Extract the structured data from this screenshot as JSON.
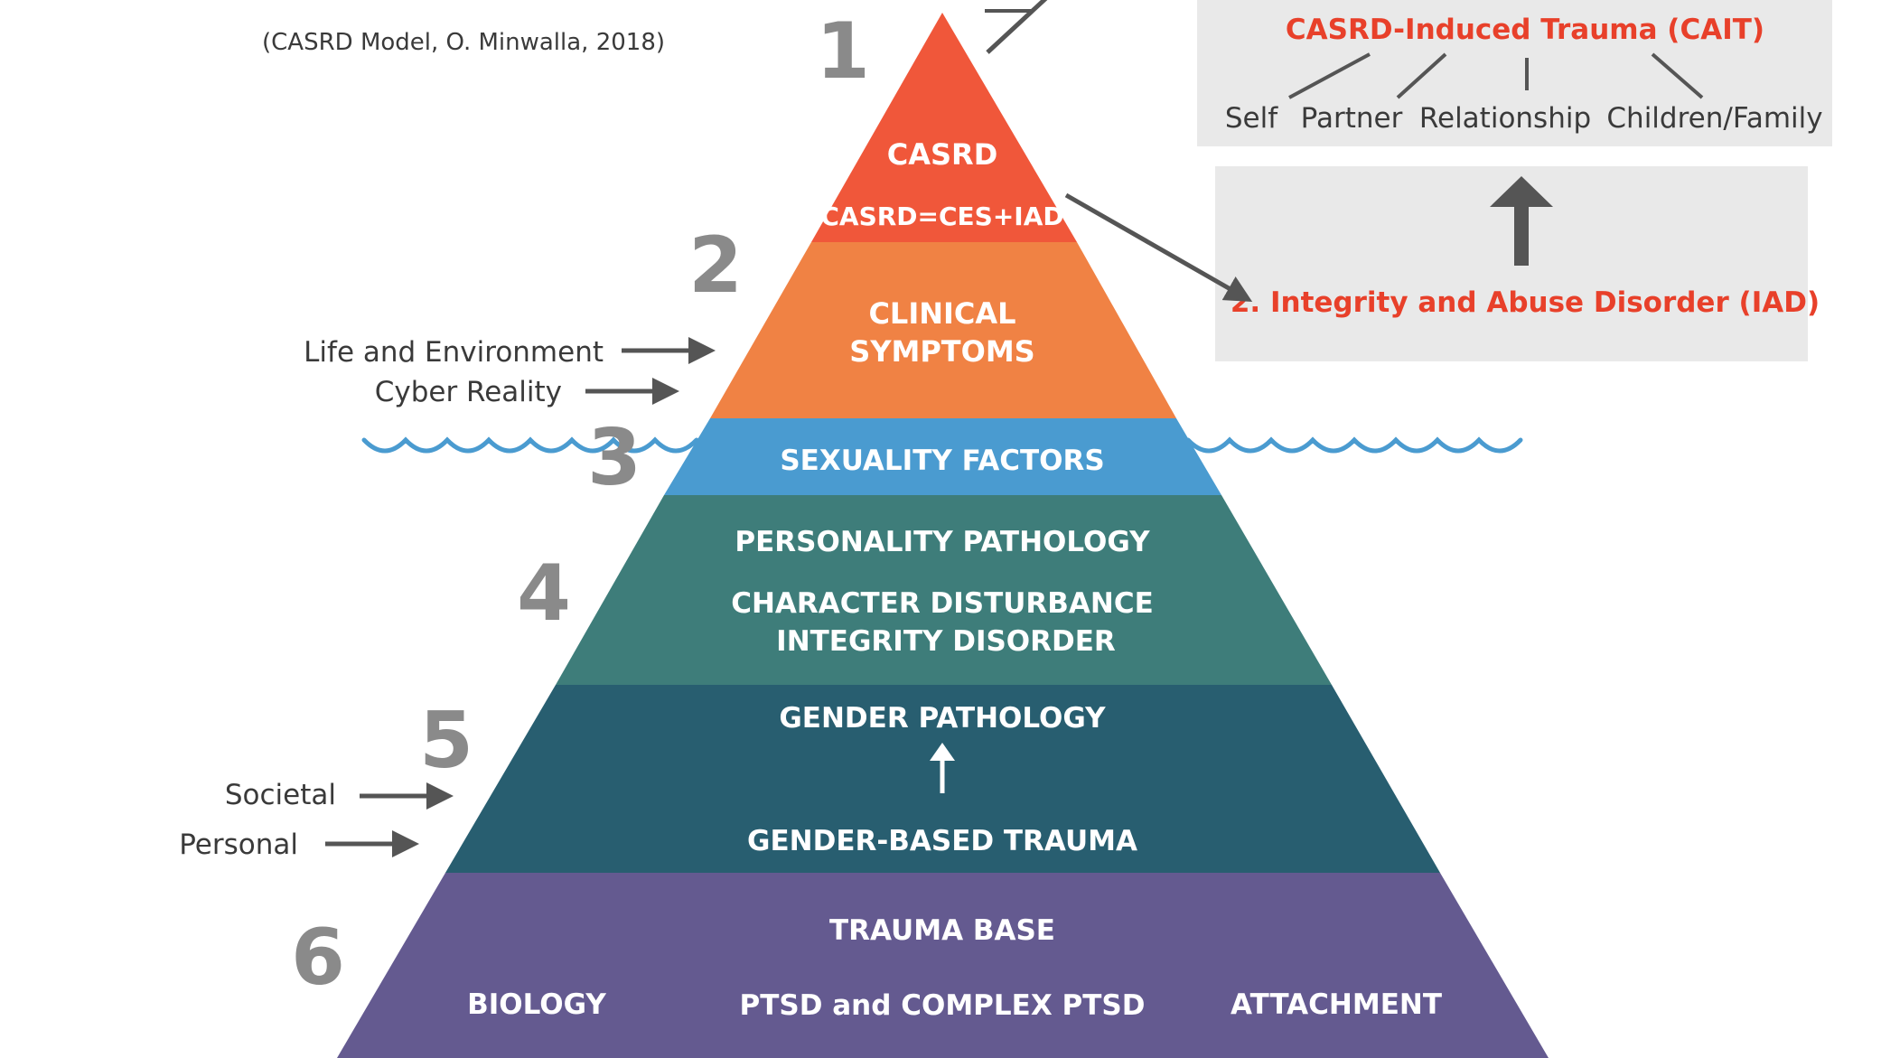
{
  "citation": "(CASRD Model, O. Minwalla, 2018)",
  "colors": {
    "level1": "#f0573a",
    "level2": "#f08244",
    "level3": "#4a9bd0",
    "level4": "#3e7d7a",
    "level5": "#285e70",
    "level6": "#645a90",
    "accent_red": "#e8402a",
    "panel_gray": "#e9e9e9",
    "arrow_gray": "#555555",
    "wave_blue": "#4a9bd0"
  },
  "pyramid": {
    "levels": [
      {
        "number": "1",
        "lines": [
          "CASRD",
          "CASRD=CES+IAD"
        ]
      },
      {
        "number": "2",
        "lines": [
          "CLINICAL",
          "SYMPTOMS"
        ]
      },
      {
        "number": "3",
        "lines": [
          "SEXUALITY FACTORS"
        ]
      },
      {
        "number": "4",
        "lines": [
          "PERSONALITY PATHOLOGY",
          "CHARACTER DISTURBANCE",
          "INTEGRITY DISORDER"
        ]
      },
      {
        "number": "5",
        "lines": [
          "GENDER PATHOLOGY",
          "GENDER-BASED TRAUMA"
        ]
      },
      {
        "number": "6",
        "title": "TRAUMA BASE",
        "left": "BIOLOGY",
        "center": "PTSD and COMPLEX PTSD",
        "right": "ATTACHMENT"
      }
    ]
  },
  "side_inputs": {
    "level2": [
      "Life and Environment",
      "Cyber Reality"
    ],
    "level5": [
      "Societal",
      "Personal"
    ]
  },
  "cait_panel": {
    "title": "CASRD-Induced Trauma (CAIT)",
    "items": [
      "Self",
      "Partner",
      "Relationship",
      "Children/Family"
    ]
  },
  "iad_panel": {
    "label": "2. Integrity and Abuse Disorder (IAD)"
  }
}
